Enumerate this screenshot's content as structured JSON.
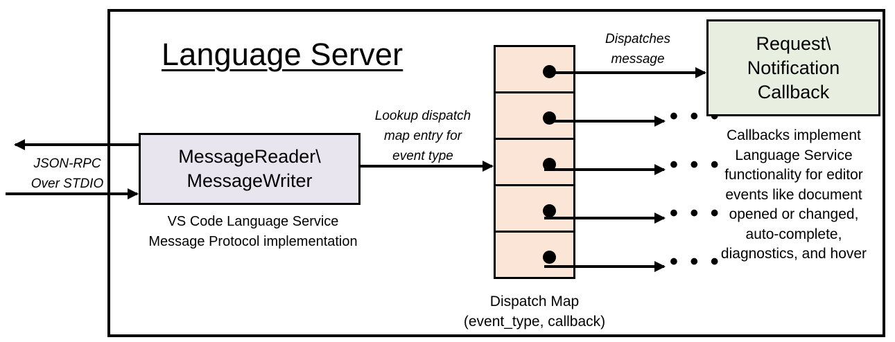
{
  "diagram": {
    "title": "Language Server",
    "frame_label": "language-server-boundary"
  },
  "transport": {
    "label_line1": "JSON-RPC",
    "label_line2": "Over STDIO",
    "outbound_arrow": "arrow-left-out",
    "inbound_arrow": "arrow-right-in"
  },
  "message_io": {
    "title_line1": "MessageReader\\",
    "title_line2": "MessageWriter",
    "caption_line1": "VS Code Language Service",
    "caption_line2": "Message Protocol implementation",
    "fill_color": "#E8E5EF"
  },
  "lookup": {
    "label_line1": "Lookup dispatch",
    "label_line2": "map entry for",
    "label_line3": "event type"
  },
  "dispatch_map": {
    "caption_line1": "Dispatch Map",
    "caption_line2": "(event_type, callback)",
    "fill_color": "#FBE5D6",
    "cells": [
      {
        "id": "entry-1",
        "dot": "callback-pointer-dot",
        "outlet": "arrow-to-callback"
      },
      {
        "id": "entry-2",
        "dot": "callback-pointer-dot",
        "outlet": "arrow-to-ellipsis"
      },
      {
        "id": "entry-3",
        "dot": "callback-pointer-dot",
        "outlet": "arrow-to-ellipsis"
      },
      {
        "id": "entry-4",
        "dot": "callback-pointer-dot",
        "outlet": "arrow-to-ellipsis"
      },
      {
        "id": "entry-5",
        "dot": "callback-pointer-dot",
        "outlet": "arrow-to-ellipsis"
      }
    ],
    "ellipsis": "• • •",
    "ellipsis_rows": [
      "row-2",
      "row-3",
      "row-4",
      "row-5"
    ]
  },
  "dispatch": {
    "label_line1": "Dispatches",
    "label_line2": "message"
  },
  "callback": {
    "title_line1": "Request\\",
    "title_line2": "Notification",
    "title_line3": "Callback",
    "fill_color": "#E8EFE0",
    "caption_line1": "Callbacks implement",
    "caption_line2": "Language Service",
    "caption_line3": "functionality for editor",
    "caption_line4": "events like document",
    "caption_line5": "opened or changed,",
    "caption_line6": "auto-complete,",
    "caption_line7": "diagnostics, and hover"
  }
}
